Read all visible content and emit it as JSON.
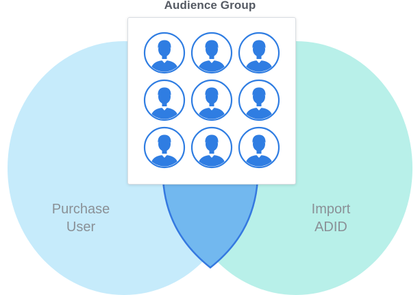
{
  "title": "Audience Group",
  "left_circle": {
    "label_line1": "Purchase",
    "label_line2": "User",
    "color": "#c6ebfb"
  },
  "right_circle": {
    "label_line1": "Import",
    "label_line2": "ADID",
    "color": "#b4efe8"
  },
  "intersection_color": "#72b8ef",
  "intersection_stroke": "#3579e0",
  "avatar_color": "#2f7de2",
  "avatars": [
    {
      "icon": "user-avatar-icon"
    },
    {
      "icon": "user-avatar-icon"
    },
    {
      "icon": "user-avatar-icon"
    },
    {
      "icon": "user-avatar-icon"
    },
    {
      "icon": "user-avatar-icon"
    },
    {
      "icon": "user-avatar-icon"
    },
    {
      "icon": "user-avatar-icon"
    },
    {
      "icon": "user-avatar-icon"
    },
    {
      "icon": "user-avatar-icon"
    }
  ]
}
